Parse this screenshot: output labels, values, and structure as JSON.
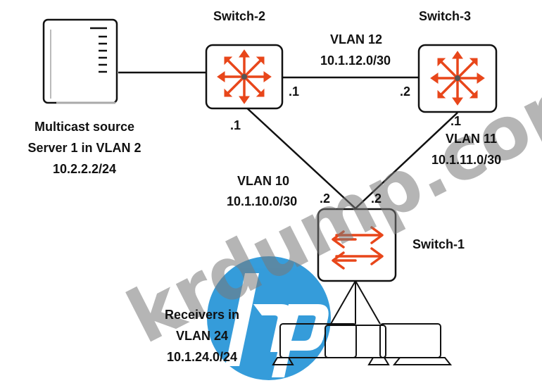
{
  "source": {
    "line1": "Multicast source",
    "line2": "Server 1 in VLAN 2",
    "line3": "10.2.2.2/24"
  },
  "switches": {
    "s2": "Switch-2",
    "s3": "Switch-3",
    "s1": "Switch-1"
  },
  "links": {
    "vlan12_name": "VLAN 12",
    "vlan12_net": "10.1.12.0/30",
    "vlan11_name": "VLAN 11",
    "vlan11_net": "10.1.11.0/30",
    "vlan10_name": "VLAN 10",
    "vlan10_net": "10.1.10.0/30"
  },
  "ports": {
    "s2_to_s3": ".1",
    "s3_to_s2": ".2",
    "s2_to_s1": ".1",
    "s3_to_s1": ".1",
    "s1_to_s2": ".2",
    "s1_to_s3": ".2"
  },
  "receivers": {
    "line1": "Receivers in",
    "line2": "VLAN 24",
    "line3": "10.1.24.0/24"
  },
  "watermark": {
    "text": "krdump.com",
    "logo": "hp"
  },
  "colors": {
    "accent": "#e8461a",
    "line": "#111111",
    "hp_blue": "#1a8fd6"
  }
}
